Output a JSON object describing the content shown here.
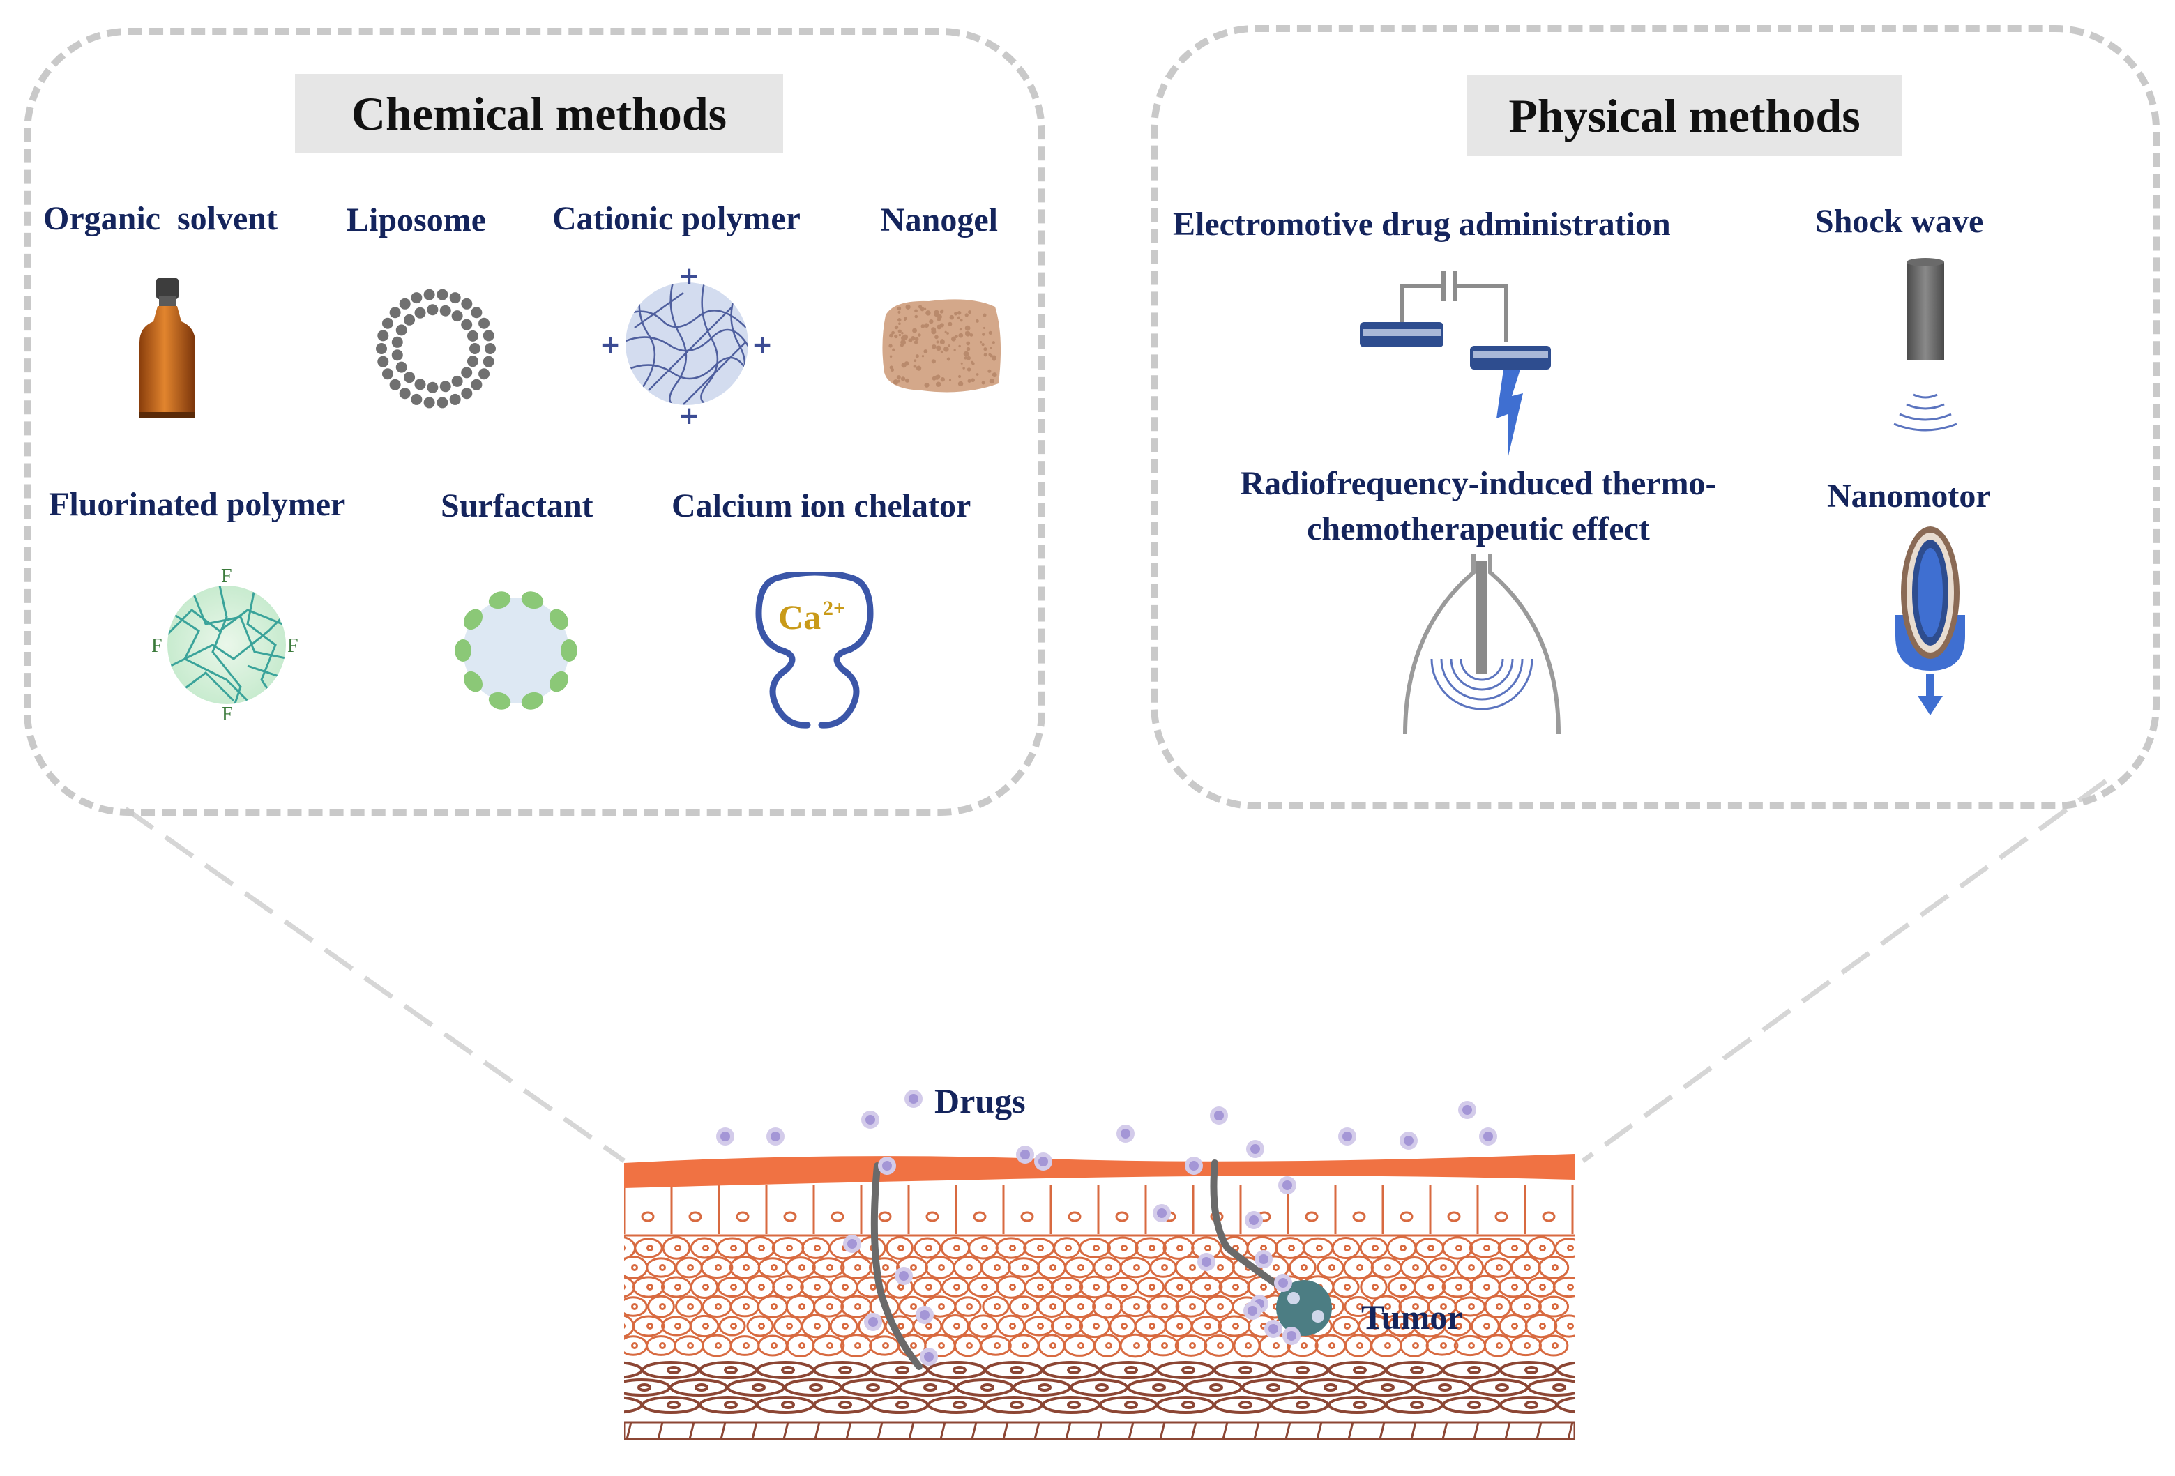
{
  "chemical": {
    "title": "Chemical methods",
    "items": {
      "organic_solvent": "Organic  solvent",
      "liposome": "Liposome",
      "cationic_polymer": "Cationic polymer",
      "nanogel": "Nanogel",
      "fluorinated_polymer": "Fluorinated polymer",
      "surfactant": "Surfactant",
      "calcium_chelator": "Calcium ion chelator"
    },
    "glyphs": {
      "plus": "+",
      "fluorine": "F",
      "calcium": "Ca",
      "charge": "2+"
    }
  },
  "physical": {
    "title": "Physical methods",
    "items": {
      "electromotive": "Electromotive drug administration",
      "shock_wave": "Shock wave",
      "radiofrequency": "Radiofrequency-induced thermo-chemotherapeutic effect",
      "nanomotor": "Nanomotor"
    }
  },
  "tissue": {
    "drugs": "Drugs",
    "tumor": "Tumor"
  },
  "colors": {
    "label": "#14245c",
    "panel_border": "#c9c9c9",
    "title_bg": "#e6e6e6",
    "drug": "#b3a6dc",
    "surface": "#f07243",
    "cells": "#d86a40",
    "deep_cells": "#8c4634",
    "tumor": "#4c7d83",
    "electrode": "#2e4d8f"
  }
}
